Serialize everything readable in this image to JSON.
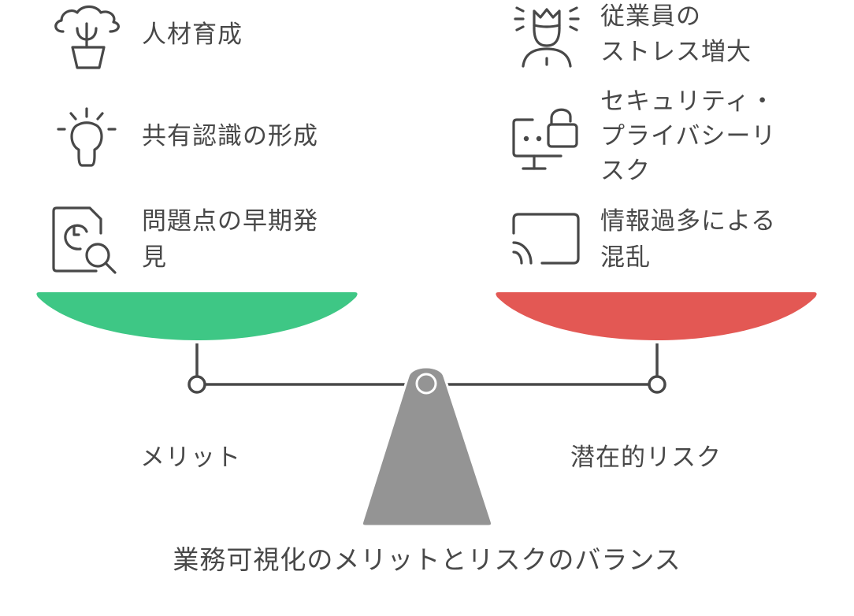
{
  "title": "業務可視化のメリットとリスクのバランス",
  "colors": {
    "merit_pan": "#3EC785",
    "risk_pan": "#E35854",
    "stand": "#949494",
    "lines": "#484848",
    "text": "#484848"
  },
  "merits": {
    "label": "メリット",
    "items": [
      {
        "icon": "plant-pot-icon",
        "line1": "人材育成",
        "line2": ""
      },
      {
        "icon": "lightbulb-icon",
        "line1": "共有認識の形成",
        "line2": ""
      },
      {
        "icon": "document-clock-search-icon",
        "line1": "問題点の早期発",
        "line2": "見"
      }
    ]
  },
  "risks": {
    "label": "潜在的リスク",
    "items": [
      {
        "icon": "stressed-person-icon",
        "line1": "従業員の",
        "line2": "ストレス増大",
        "line3": ""
      },
      {
        "icon": "monitor-unlocked-icon",
        "line1": "セキュリティ・",
        "line2": "プライバシーリ",
        "line3": "スク"
      },
      {
        "icon": "cast-screen-icon",
        "line1": "情報過多による",
        "line2": "混乱",
        "line3": ""
      }
    ]
  }
}
